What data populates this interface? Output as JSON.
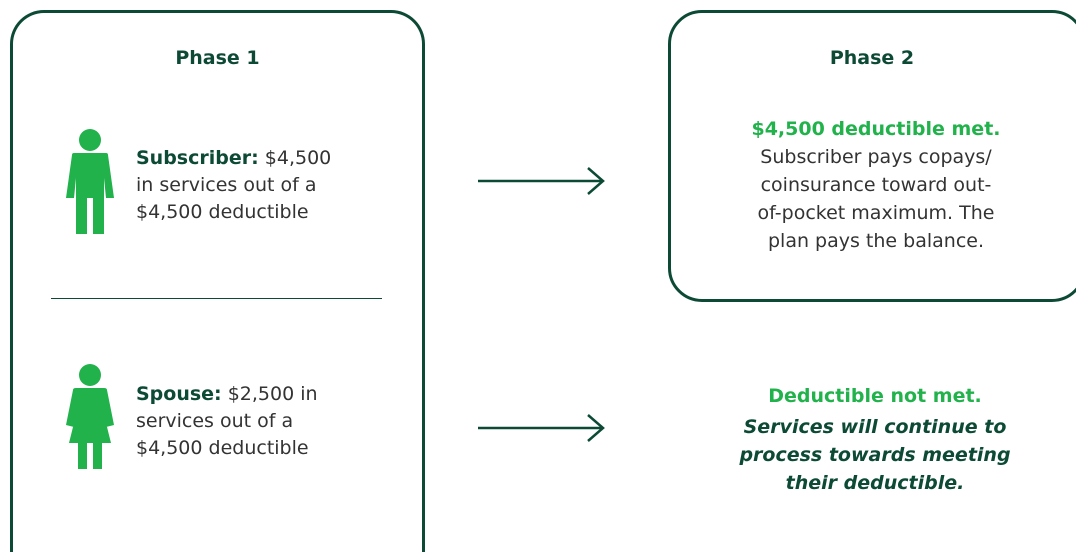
{
  "phase1": {
    "title": "Phase 1",
    "subscriber": {
      "label": "Subscriber:",
      "line1_rest": " $4,500",
      "line2": "in services out of a",
      "line3": "$4,500 deductible"
    },
    "spouse": {
      "label": "Spouse:",
      "line1_rest": " $2,500 in",
      "line2": "services out of a",
      "line3": "$4,500 deductible"
    }
  },
  "phase2": {
    "title": "Phase 2",
    "met_heading": "$4,500 deductible met.",
    "met_lines": [
      "Subscriber pays copays/",
      "coinsurance toward out-",
      "of-pocket maximum. The",
      "plan pays the balance."
    ],
    "not_met_heading": "Deductible not met.",
    "not_met_lines": [
      "Services will continue to",
      "process towards meeting",
      "their deductible."
    ]
  },
  "colors": {
    "dark_green": "#0c4a36",
    "bright_green": "#22b24c",
    "text": "#333333"
  },
  "icons": {
    "subscriber": "male-person-icon",
    "spouse": "female-person-icon",
    "arrows": "right-arrow-icon"
  }
}
